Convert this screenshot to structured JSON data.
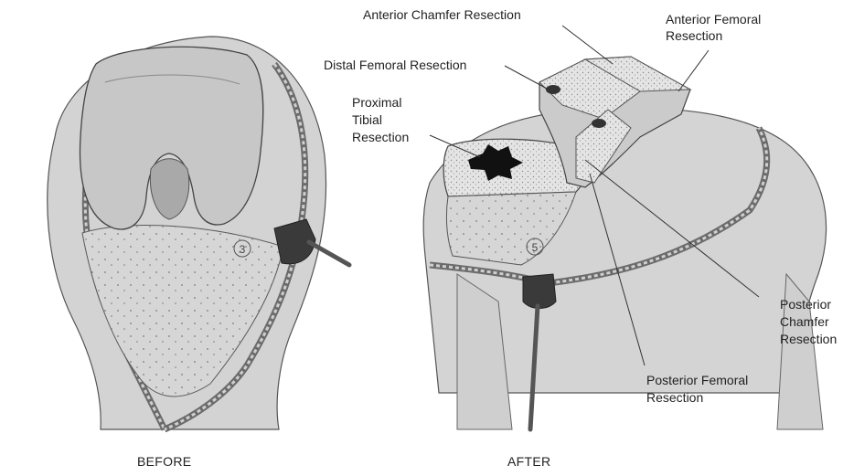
{
  "figure": {
    "before_caption": "BEFORE",
    "after_caption": "AFTER",
    "markers": {
      "before": "3",
      "after": "5"
    }
  },
  "labels": {
    "anterior_chamfer": "Anterior Chamfer Resection",
    "anterior_femoral_1": "Anterior Femoral",
    "anterior_femoral_2": "Resection",
    "distal_femoral": "Distal Femoral Resection",
    "proximal_tibial_1": "Proximal",
    "proximal_tibial_2": "Tibial",
    "proximal_tibial_3": "Resection",
    "posterior_chamfer_1": "Posterior",
    "posterior_chamfer_2": "Chamfer",
    "posterior_chamfer_3": "Resection",
    "posterior_femoral_1": "Posterior Femoral",
    "posterior_femoral_2": "Resection"
  },
  "colors": {
    "tissue_light": "#d9d9d9",
    "tissue_mid": "#b8b8b8",
    "bone": "#c9c9c9",
    "cut_surface": "#e2e2e2",
    "outline": "#4a4a4a",
    "dark": "#111111"
  }
}
